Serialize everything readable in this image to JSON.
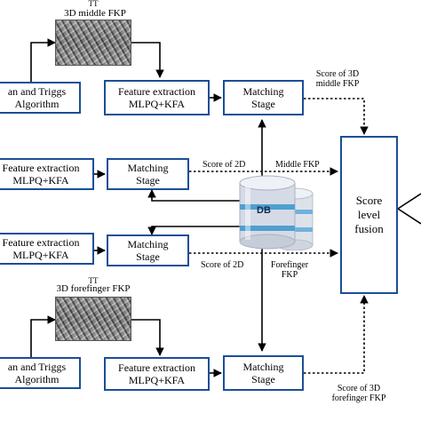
{
  "images": {
    "middle_header": "TT",
    "middle_caption": "3D middle FKP",
    "fore_header": "TT",
    "fore_caption": "3D forefinger FKP"
  },
  "boxes": {
    "algo_top_1": "an and Triggs",
    "algo_top_2": "Algorithm",
    "fe_top_1": "Feature extraction",
    "fe_top_2": "MLPQ+KFA",
    "ms_top_1": "Matching",
    "ms_top_2": "Stage",
    "fe_mid1_1": "Feature extraction",
    "fe_mid1_2": "MLPQ+KFA",
    "ms_mid1_1": "Matching",
    "ms_mid1_2": "Stage",
    "fe_mid2_1": "Feature extraction",
    "fe_mid2_2": "MLPQ+KFA",
    "ms_mid2_1": "Matching",
    "ms_mid2_2": "Stage",
    "algo_bot_1": "an and Triggs",
    "algo_bot_2": "Algorithm",
    "fe_bot_1": "Feature extraction",
    "fe_bot_2": "MLPQ+KFA",
    "ms_bot_1": "Matching",
    "ms_bot_2": "Stage",
    "fusion_1": "Score",
    "fusion_2": "level",
    "fusion_3": "fusion"
  },
  "db_label": "DB",
  "scores": {
    "s3d_middle_1": "Score of 3D",
    "s3d_middle_2": "middle FKP",
    "s2d_a": "Score of 2D",
    "middle_fkp": "Middle FKP",
    "s2d_b": "Score of 2D",
    "forefinger_1": "Forefinger",
    "forefinger_2": "FKP",
    "s3d_fore_1": "Score of 3D",
    "s3d_fore_2": "forefinger FKP"
  },
  "colors": {
    "box_border": "#1a4f96",
    "line": "#000000",
    "db_fill": "#d5dbe6",
    "db_band": "#4f9fd0"
  }
}
